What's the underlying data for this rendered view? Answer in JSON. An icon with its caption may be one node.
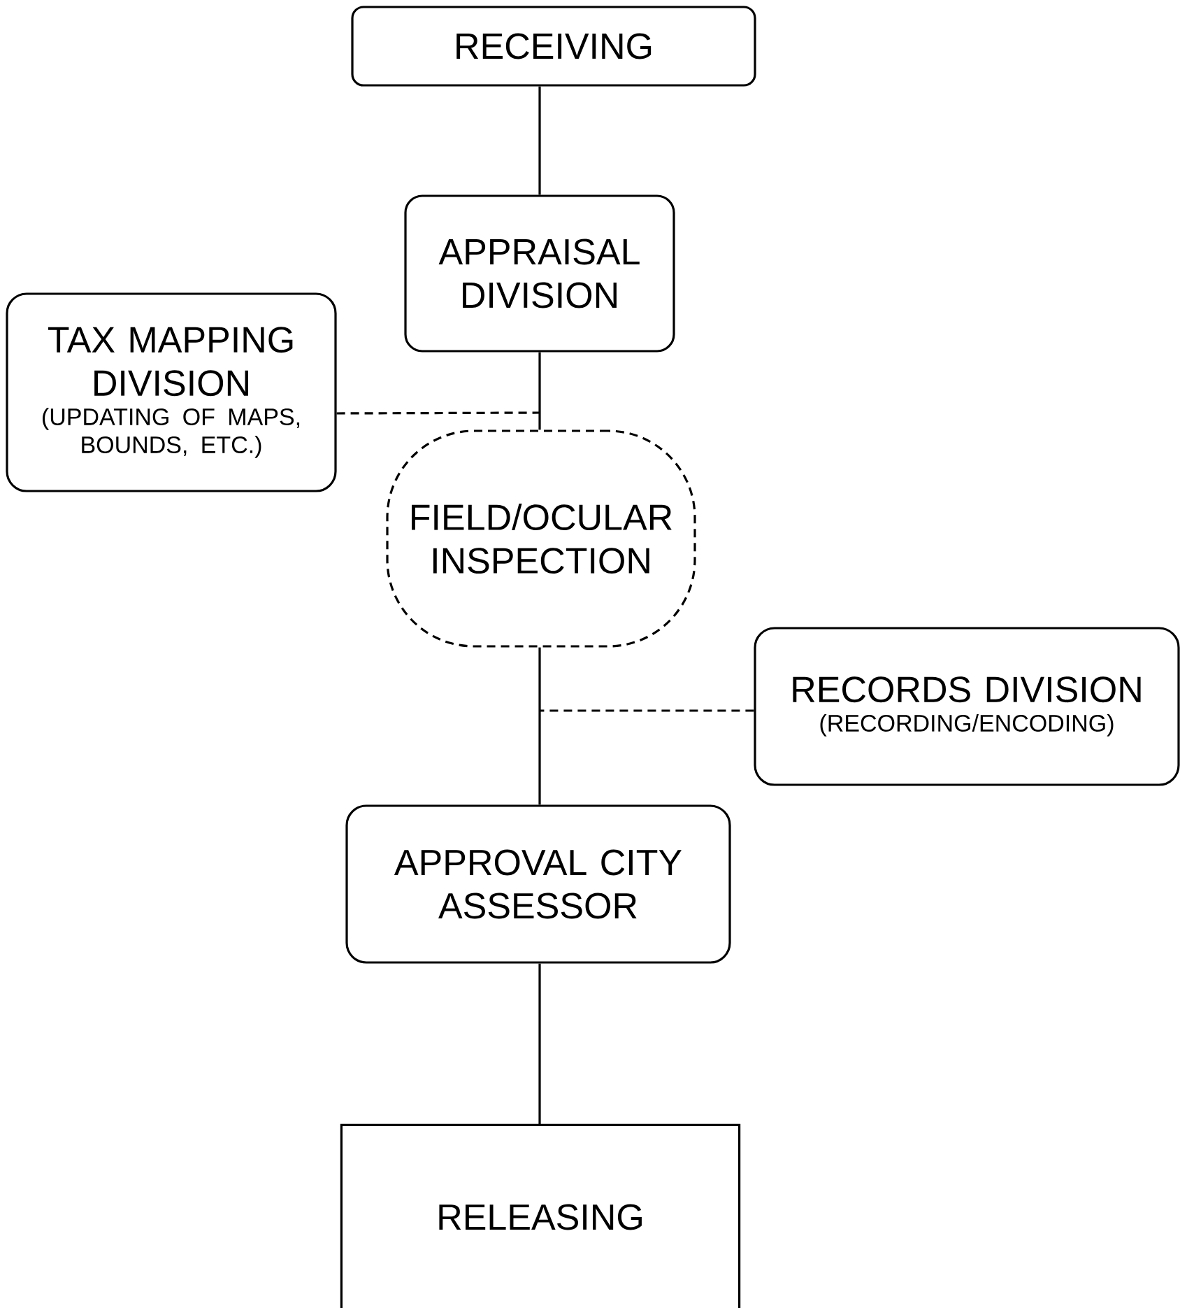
{
  "diagram": {
    "nodes": [
      {
        "text": [
          "RECEIVING"
        ]
      },
      {
        "text": [
          "APPRAISAL DIVISION"
        ]
      },
      {
        "text": [
          "TAX MAPPING DIVISION",
          "(UPDATING OF MAPS, BOUNDS, ETC.)"
        ]
      },
      {
        "text": [
          "FIELD/OCULAR INSPECTION"
        ]
      },
      {
        "text": [
          "RECORDS DIVISION",
          "(RECORDING/ENCODING)"
        ]
      },
      {
        "text": [
          "APPROVAL CITY ASSESSOR"
        ]
      },
      {
        "text": [
          "RELEASING"
        ]
      }
    ],
    "edges": [
      {
        "from": 0,
        "to": 1,
        "arrow": "none"
      },
      {
        "from": 1,
        "to": 3,
        "arrow": "none"
      },
      {
        "from": 2,
        "to": null,
        "arrow": "none",
        "style": "dashed"
      },
      {
        "from": 4,
        "to": null,
        "arrow": "none",
        "style": "dashed"
      },
      {
        "from": 3,
        "to": 5,
        "arrow": "none"
      },
      {
        "from": 5,
        "to": 6,
        "arrow": "none"
      }
    ]
  }
}
